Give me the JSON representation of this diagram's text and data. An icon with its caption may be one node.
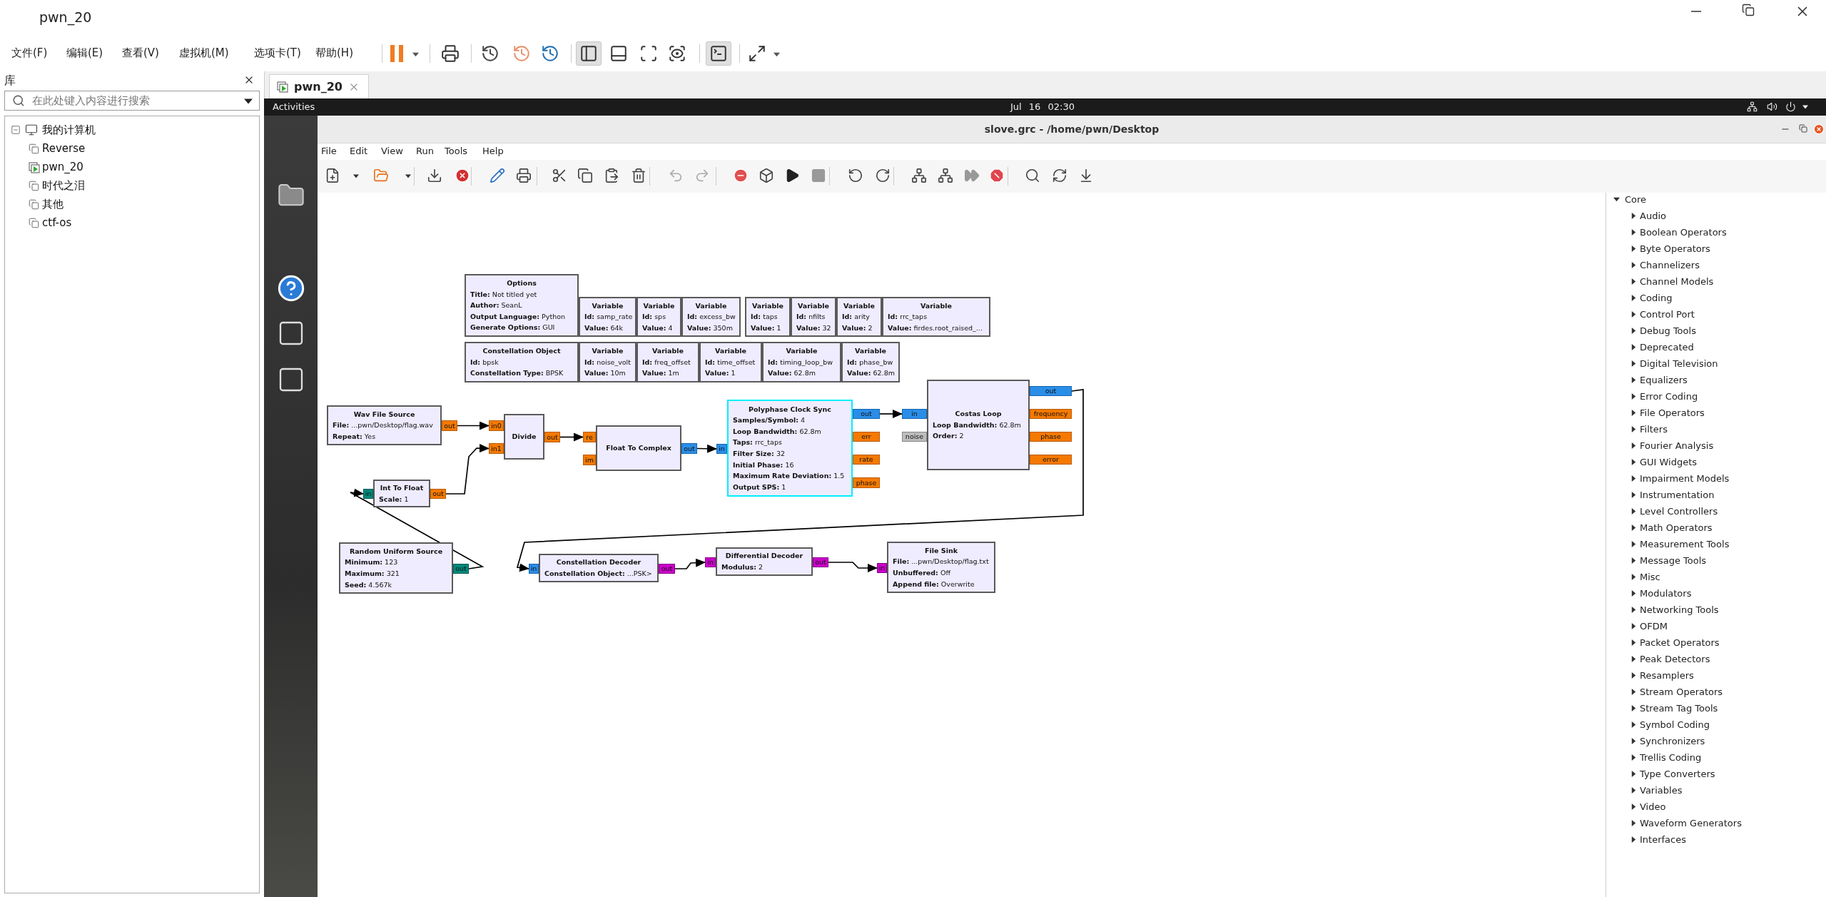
{
  "diagram": {
    "nodes": [
      {
        "text": [
          "Options",
          "**Title:** Not titled yet",
          "**Author:** SeanL",
          "**Output Language:** Python",
          "**Generate Options:** GUI"
        ]
      },
      {
        "text": [
          "Variable",
          "**Id:** samp_rate",
          "**Value:** 64k"
        ]
      },
      {
        "text": [
          "Variable",
          "**Id:** sps",
          "**Value:** 4"
        ]
      },
      {
        "text": [
          "Variable",
          "**Id:** excess_bw",
          "**Value:** 350m"
        ]
      },
      {
        "text": [
          "Variable",
          "**Id:** taps",
          "**Value:** 1"
        ]
      },
      {
        "text": [
          "Variable",
          "**Id:** nfilts",
          "**Value:** 32"
        ]
      },
      {
        "text": [
          "Variable",
          "**Id:** arity",
          "**Value:** 2"
        ]
      },
      {
        "text": [
          "Variable",
          "**Id:** rrc_taps",
          "**Value:** firdes.root_raised_..."
        ]
      },
      {
        "text": [
          "Constellation Object",
          "**Id:** bpsk",
          "**Constellation Type:** BPSK"
        ]
      },
      {
        "text": [
          "Variable",
          "**Id:** noise_volt",
          "**Value:** 10m"
        ]
      },
      {
        "text": [
          "Variable",
          "**Id:** freq_offset",
          "**Value:** 1m"
        ]
      },
      {
        "text": [
          "Variable",
          "**Id:** time_offset",
          "**Value:** 1"
        ]
      },
      {
        "text": [
          "Variable",
          "**Id:** timing_loop_bw",
          "**Value:** 62.8m"
        ]
      },
      {
        "text": [
          "Variable",
          "**Id:** phase_bw",
          "**Value:** 62.8m"
        ]
      },
      {
        "text": [
          "Wav File Source",
          "**File:** ...pwn/Desktop/flag.wav",
          "**Repeat:** Yes"
        ]
      },
      {
        "text": [
          "out"
        ]
      },
      {
        "text": [
          "Divide"
        ]
      },
      {
        "text": [
          "in0"
        ]
      },
      {
        "text": [
          "in1"
        ]
      },
      {
        "text": [
          "out"
        ]
      },
      {
        "text": [
          "Float To Complex"
        ]
      },
      {
        "text": [
          "re"
        ]
      },
      {
        "text": [
          "im"
        ]
      },
      {
        "text": [
          "out"
        ]
      },
      {
        "text": [
          "Polyphase Clock Sync",
          "**Samples/Symbol:** 4",
          "**Loop Bandwidth:** 62.8m",
          "**Taps:** rrc_taps",
          "**Filter Size:** 32",
          "**Initial Phase:** 16",
          "**Maximum Rate Deviation:** 1.5",
          "**Output SPS:** 1"
        ]
      },
      {
        "text": [
          "in"
        ]
      },
      {
        "text": [
          "out"
        ]
      },
      {
        "text": [
          "err"
        ]
      },
      {
        "text": [
          "rate"
        ]
      },
      {
        "text": [
          "phase"
        ]
      },
      {
        "text": [
          "Costas Loop",
          "**Loop Bandwidth:** 62.8m",
          "**Order:** 2"
        ]
      },
      {
        "text": [
          "in"
        ]
      },
      {
        "text": [
          "noise"
        ]
      },
      {
        "text": [
          "out"
        ]
      },
      {
        "text": [
          "frequency"
        ]
      },
      {
        "text": [
          "phase"
        ]
      },
      {
        "text": [
          "error"
        ]
      },
      {
        "text": [
          "Int To Float",
          "**Scale:** 1"
        ]
      },
      {
        "text": [
          "in"
        ]
      },
      {
        "text": [
          "out"
        ]
      },
      {
        "text": [
          "Random Uniform Source",
          "**Minimum:** 123",
          "**Maximum:** 321",
          "**Seed:** 4.567k"
        ]
      },
      {
        "text": [
          "out"
        ]
      },
      {
        "text": [
          "Constellation Decoder",
          "**Constellation Object:** ...PSK>"
        ]
      },
      {
        "text": [
          "in"
        ]
      },
      {
        "text": [
          "out"
        ]
      },
      {
        "text": [
          "Differential Decoder",
          "**Modulus:** 2"
        ]
      },
      {
        "text": [
          "in"
        ]
      },
      {
        "text": [
          "out"
        ]
      },
      {
        "text": [
          "File Sink",
          "**File:** ...pwn/Desktop/flag.txt",
          "**Unbuffered:** Off",
          "**Append file:** Overwrite"
        ]
      },
      {
        "text": [
          "in"
        ]
      }
    ],
    "edges": [
      {
        "from": 15,
        "to": 17,
        "arrow": "to"
      },
      {
        "from": 39,
        "to": 18,
        "arrow": "to"
      },
      {
        "from": 19,
        "to": 21,
        "arrow": "to"
      },
      {
        "from": 23,
        "to": 25,
        "arrow": "to"
      },
      {
        "from": 26,
        "to": 31,
        "arrow": "to"
      },
      {
        "from": 41,
        "to": 38,
        "arrow": "to"
      },
      {
        "from": 33,
        "to": 43,
        "arrow": "to"
      },
      {
        "from": 44,
        "to": 46,
        "arrow": "to"
      },
      {
        "from": 47,
        "to": 49,
        "arrow": "to"
      }
    ],
    "labels": [
      "pwn_20",
      "文件(F)",
      "编辑(E)",
      "查看(V)",
      "虚拟机(M)",
      "选项卡(T)",
      "帮助(H)",
      "库",
      "在此处键入内容进行搜索",
      "我的计算机",
      "Reverse",
      "pwn_20",
      "时代之泪",
      "其他",
      "ctf-os",
      "pwn_20",
      "Activities",
      "Jul 16 02:30",
      "slove.grc - /home/pwn/Desktop",
      "File",
      "Edit",
      "View",
      "Run",
      "Tools",
      "Help",
      "Core",
      "Audio",
      "Boolean Operators",
      "Byte Operators",
      "Channelizers",
      "Channel Models",
      "Coding",
      "Control Port",
      "Debug Tools",
      "Deprecated",
      "Digital Television",
      "Equalizers",
      "Error Coding",
      "File Operators",
      "Filters",
      "Fourier Analysis",
      "GUI Widgets",
      "Impairment Models",
      "Instrumentation",
      "Level Controllers",
      "Math Operators",
      "Measurement Tools",
      "Message Tools",
      "Misc",
      "Modulators",
      "Networking Tools",
      "OFDM",
      "Packet Operators",
      "Peak Detectors",
      "Resamplers",
      "Stream Operators",
      "Stream Tag Tools",
      "Symbol Coding",
      "Synchronizers",
      "Trellis Coding",
      "Type Converters",
      "Variables",
      "Video",
      "Waveform Generators",
      "Interfaces"
    ]
  }
}
